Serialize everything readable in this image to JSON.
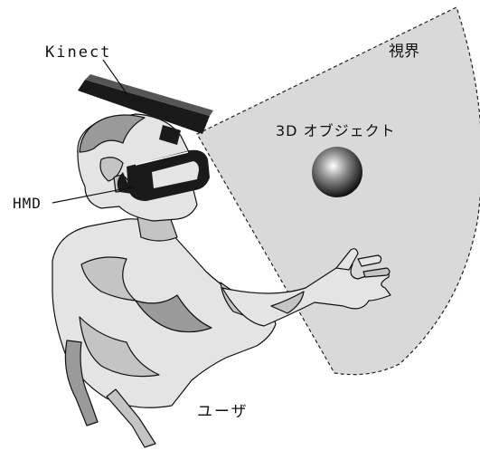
{
  "labels": {
    "kinect": "Kinect",
    "fov": "視界",
    "object": "3D オブジェクト",
    "hmd": "HMD",
    "user": "ユーザ"
  },
  "colors": {
    "fov_fill": "#d9d9d9",
    "fov_border": "#222222",
    "device": "#1a1a1a",
    "body_light": "#e4e4e4",
    "body_mid": "#c4c4c4",
    "body_dark": "#9a9a9a",
    "outline": "#111111",
    "sphere_highlight": "#ffffff",
    "sphere_shadow": "#111111"
  },
  "icons": {
    "sensor": "kinect-sensor-icon",
    "headset": "hmd-headset-icon",
    "object": "sphere-icon",
    "person": "user-figure-icon"
  }
}
